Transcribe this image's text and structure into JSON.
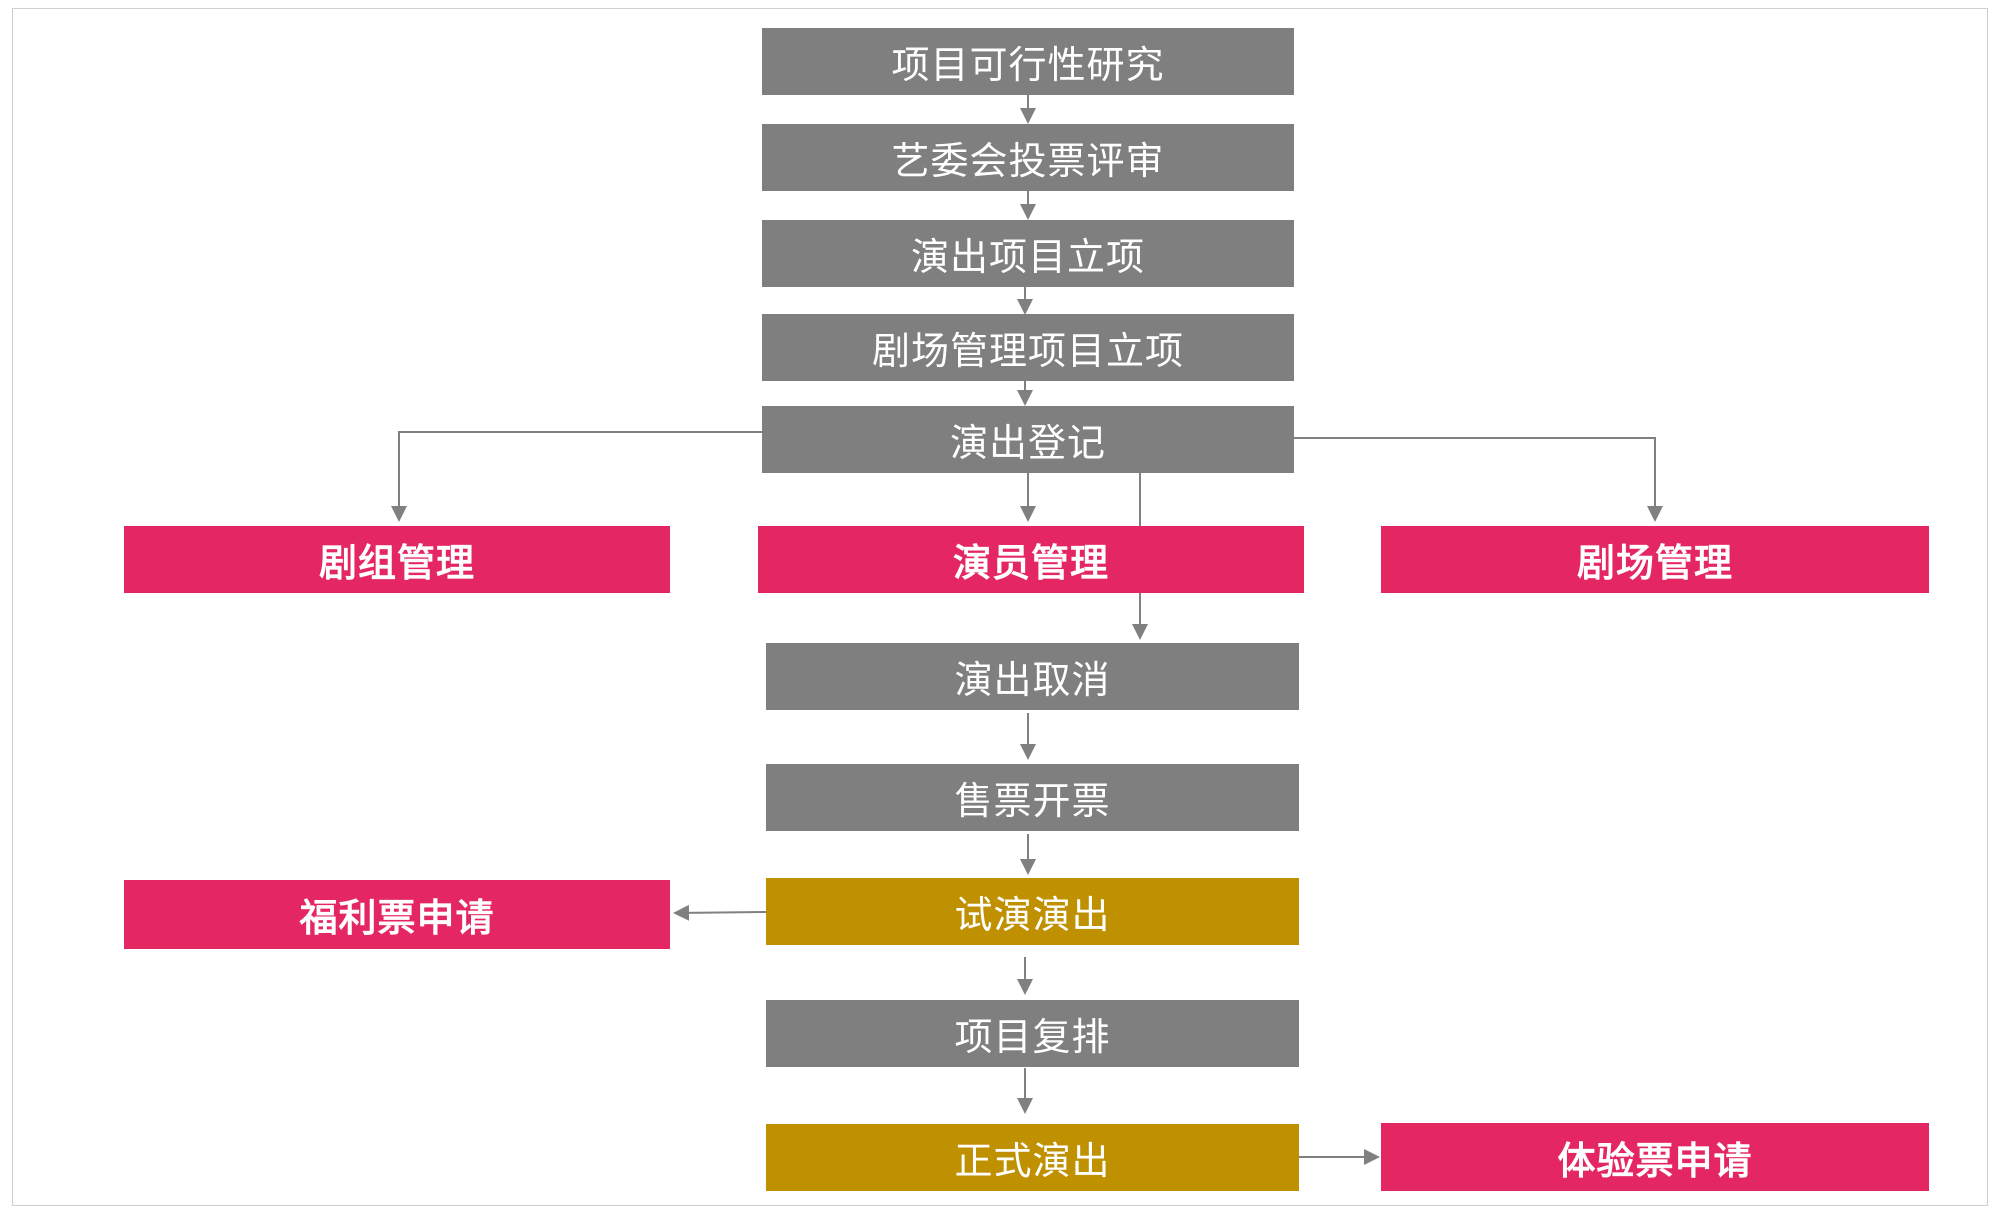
{
  "colors": {
    "step": "#7f7f7f",
    "performance": "#bf9000",
    "module": "#e42762",
    "connector": "#808080"
  },
  "main_flow": {
    "feasibility": "项目可行性研究",
    "art_committee": "艺委会投票评审",
    "project_setup": "演出项目立项",
    "theater_setup": "剧场管理项目立项",
    "registration": "演出登记",
    "cancel": "演出取消",
    "ticketing": "售票开票",
    "preview": "试演演出",
    "rearrange": "项目复排",
    "official": "正式演出"
  },
  "modules": {
    "crew": "剧组管理",
    "actor": "演员管理",
    "theater": "剧场管理",
    "welfare_ticket": "福利票申请",
    "experience_ticket": "体验票申请"
  }
}
